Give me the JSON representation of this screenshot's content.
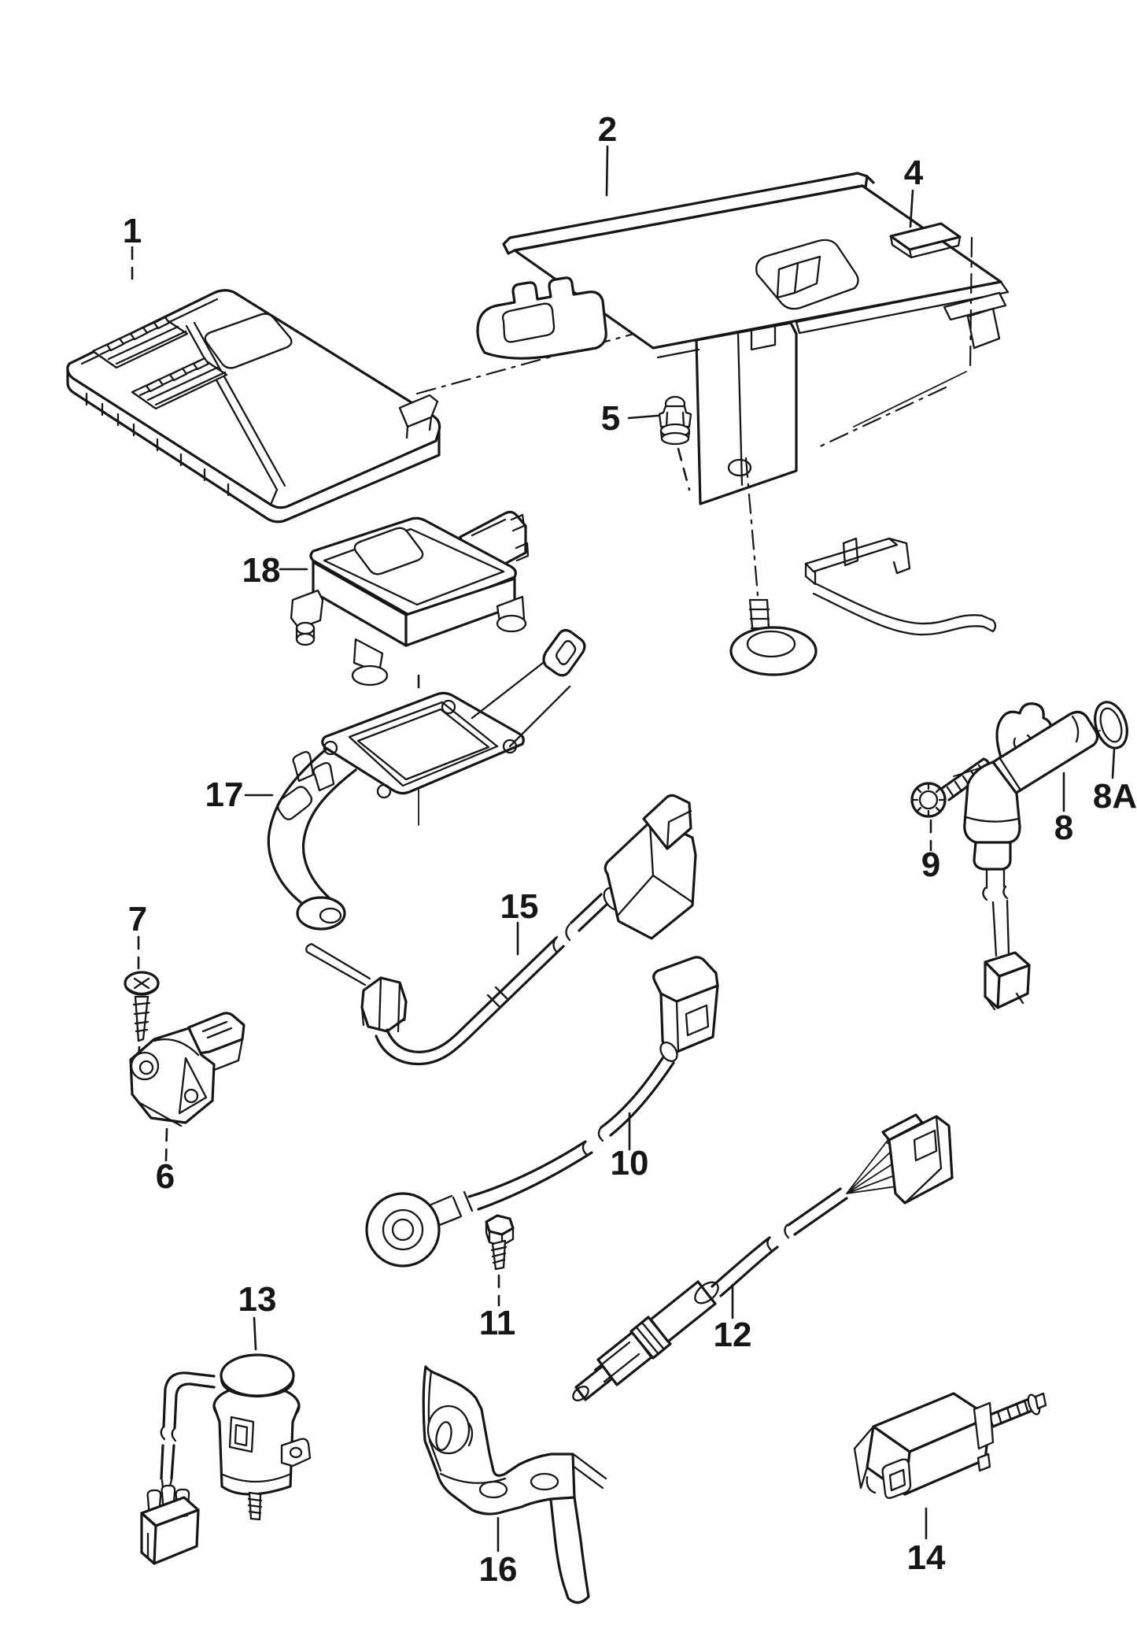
{
  "diagram": {
    "background_color": "#ffffff",
    "line_color": "#161616",
    "callouts": [
      {
        "part": "1"
      },
      {
        "part": "2"
      },
      {
        "part": "4"
      },
      {
        "part": "5"
      },
      {
        "part": "6"
      },
      {
        "part": "7"
      },
      {
        "part": "8"
      },
      {
        "part": "8A"
      },
      {
        "part": "9"
      },
      {
        "part": "10"
      },
      {
        "part": "11"
      },
      {
        "part": "12"
      },
      {
        "part": "13"
      },
      {
        "part": "14"
      },
      {
        "part": "15"
      },
      {
        "part": "16"
      },
      {
        "part": "17"
      },
      {
        "part": "18"
      }
    ]
  }
}
